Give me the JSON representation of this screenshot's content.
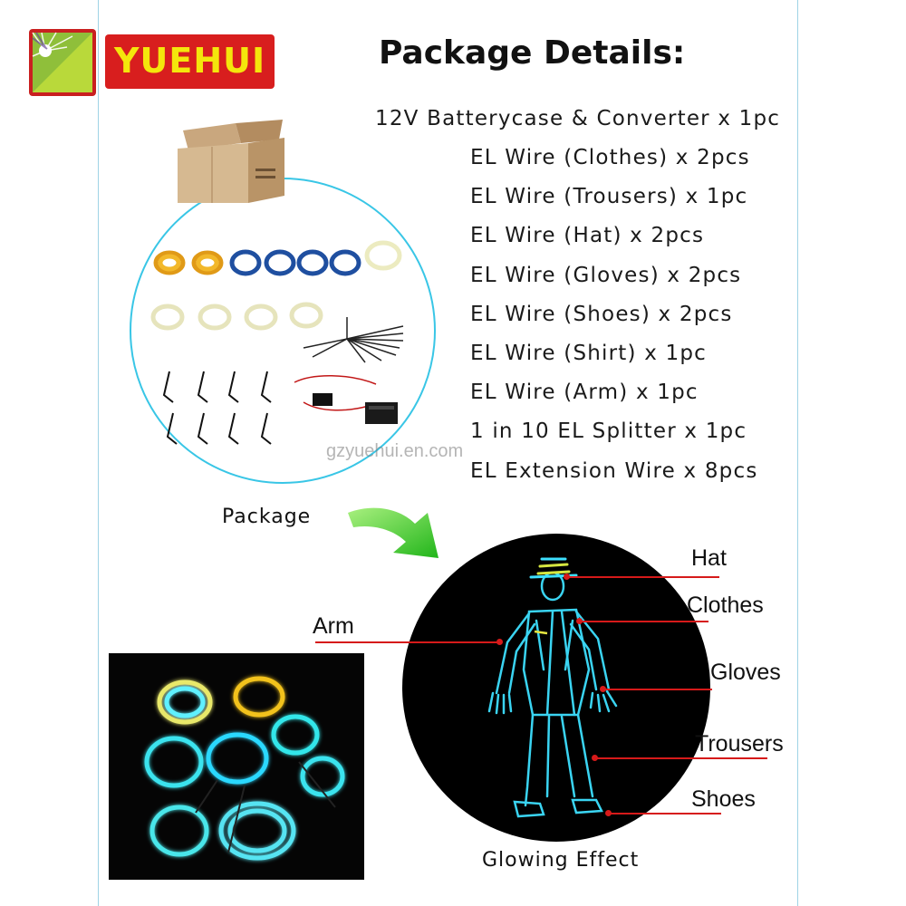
{
  "brand": {
    "name": "YUEHUI"
  },
  "title": "Package Details:",
  "package_items": [
    "12V Batterycase & Converter x 1pc",
    "EL Wire (Clothes) x 2pcs",
    "EL Wire (Trousers) x 1pc",
    "EL Wire (Hat) x 2pcs",
    "EL Wire (Gloves) x 2pcs",
    "EL Wire (Shoes) x 2pcs",
    "EL Wire (Shirt) x 1pc",
    "EL Wire (Arm) x 1pc",
    "1 in 10 EL Splitter x 1pc",
    "EL Extension Wire x 8pcs"
  ],
  "watermark": "gzyuehui.en.com",
  "captions": {
    "package": "Package",
    "glowing": "Glowing Effect"
  },
  "callouts": {
    "hat": "Hat",
    "clothes": "Clothes",
    "gloves": "Gloves",
    "trousers": "Trousers",
    "shoes": "Shoes",
    "arm": "Arm"
  },
  "icons": {
    "logo": "starburst-logo-icon",
    "box": "cardboard-box-icon",
    "arrow": "green-curved-arrow-icon"
  },
  "colors": {
    "brand_red": "#d81e1e",
    "brand_yellow": "#f4e60c",
    "circle_border": "#39c6e6",
    "callout_red": "#d61a1a",
    "glow_blue": "#3ee0ff",
    "arrow_green": "#3bd12a"
  }
}
